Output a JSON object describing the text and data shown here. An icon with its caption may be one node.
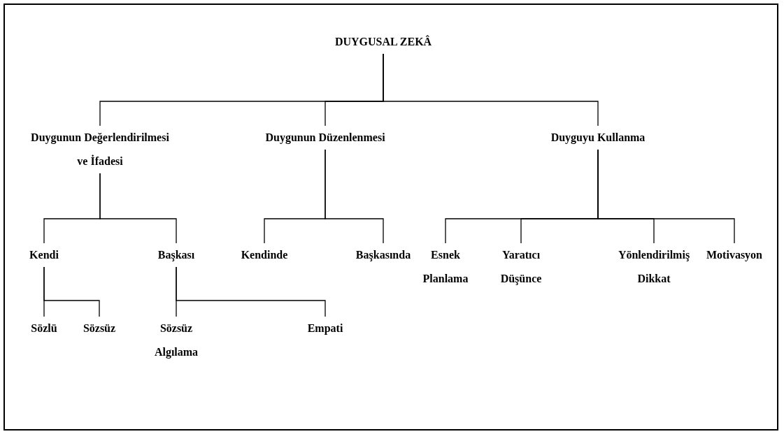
{
  "diagram": {
    "nodes": [
      {
        "text": [
          "DUYGUSAL ZEKÂ"
        ]
      },
      {
        "text": [
          "Duygunun Değerlendirilmesi ve İfadesi"
        ]
      },
      {
        "text": [
          "Duygunun Düzenlenmesi"
        ]
      },
      {
        "text": [
          "Duyguyu Kullanma"
        ]
      },
      {
        "text": [
          "Kendi"
        ]
      },
      {
        "text": [
          "Başkası"
        ]
      },
      {
        "text": [
          "Kendinde"
        ]
      },
      {
        "text": [
          "Başkasında"
        ]
      },
      {
        "text": [
          "Esnek Planlama"
        ]
      },
      {
        "text": [
          "Yaratıcı Düşünce"
        ]
      },
      {
        "text": [
          "Yönlendirilmiş Dikkat"
        ]
      },
      {
        "text": [
          "Motivasyon"
        ]
      },
      {
        "text": [
          "Sözlü"
        ]
      },
      {
        "text": [
          "Sözsüz"
        ]
      },
      {
        "text": [
          "Sözsüz Algılama"
        ]
      },
      {
        "text": [
          "Empati"
        ]
      }
    ],
    "edges": [
      {
        "from": 0,
        "to": 1,
        "arrow": "none"
      },
      {
        "from": 0,
        "to": 2,
        "arrow": "none"
      },
      {
        "from": 0,
        "to": 3,
        "arrow": "none"
      },
      {
        "from": 1,
        "to": 4,
        "arrow": "none"
      },
      {
        "from": 1,
        "to": 5,
        "arrow": "none"
      },
      {
        "from": 2,
        "to": 6,
        "arrow": "none"
      },
      {
        "from": 2,
        "to": 7,
        "arrow": "none"
      },
      {
        "from": 3,
        "to": 8,
        "arrow": "none"
      },
      {
        "from": 3,
        "to": 9,
        "arrow": "none"
      },
      {
        "from": 3,
        "to": 10,
        "arrow": "none"
      },
      {
        "from": 3,
        "to": 11,
        "arrow": "none"
      },
      {
        "from": 4,
        "to": 12,
        "arrow": "none"
      },
      {
        "from": 4,
        "to": 13,
        "arrow": "none"
      },
      {
        "from": 5,
        "to": 14,
        "arrow": "none"
      },
      {
        "from": 5,
        "to": 15,
        "arrow": "none"
      }
    ]
  }
}
